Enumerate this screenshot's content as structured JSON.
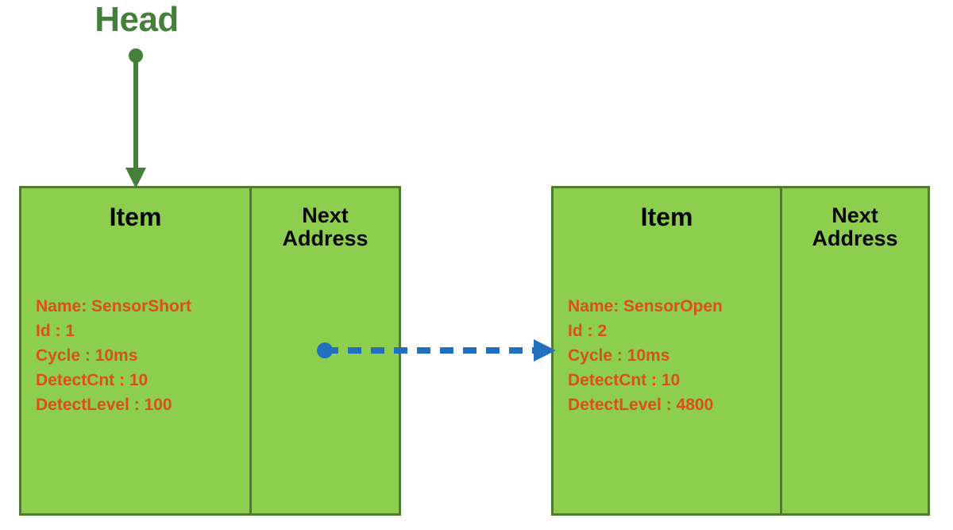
{
  "diagram": {
    "title_label": "Head",
    "head_arrow": {
      "icon": "down-arrow-with-dot",
      "color": "#44803A"
    },
    "link_arrow": {
      "icon": "dashed-right-arrow-with-dot",
      "color": "#2170C0",
      "style": "dashed"
    },
    "colors": {
      "node_fill": "#8DCE4F",
      "node_border": "#4F7B2D",
      "head_green": "#44803A",
      "field_orange": "#D9501B",
      "heading_black": "#050505",
      "link_blue": "#2170C0",
      "background": "#FFFFFF"
    },
    "nodes": [
      {
        "item_title": "Item",
        "next_title": "Next\nAddress",
        "next_title_line1": "Next",
        "next_title_line2": "Address",
        "fields": [
          "Name: SensorShort",
          "Id : 1",
          "Cycle : 10ms",
          "DetectCnt : 10",
          "DetectLevel : 100"
        ]
      },
      {
        "item_title": "Item",
        "next_title": "Next\nAddress",
        "next_title_line1": "Next",
        "next_title_line2": "Address",
        "fields": [
          "Name: SensorOpen",
          "Id : 2",
          "Cycle : 10ms",
          "DetectCnt : 10",
          "DetectLevel : 4800"
        ]
      }
    ]
  }
}
